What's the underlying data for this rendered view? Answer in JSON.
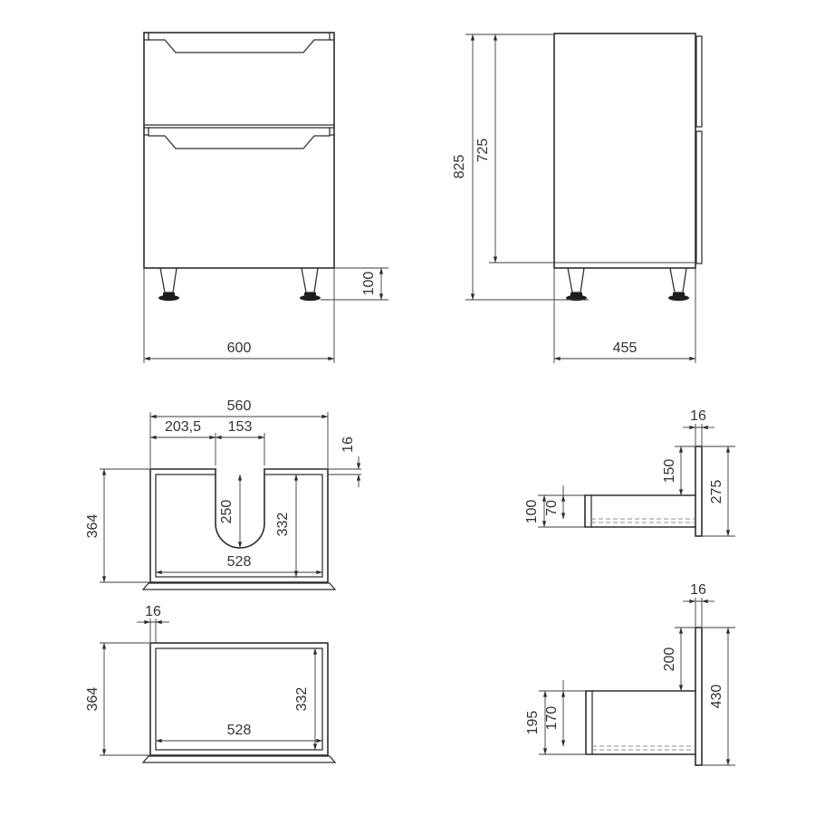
{
  "meta": {
    "background_color": "#ffffff",
    "line_color": "#2d2d2d",
    "text_color": "#333333"
  },
  "views": {
    "front": {
      "dims": {
        "width": "600",
        "leg_height": "100"
      }
    },
    "side": {
      "dims": {
        "total_height": "825",
        "carcass_height": "725",
        "depth": "455"
      }
    },
    "top_upper_drawer": {
      "dims": {
        "width": "560",
        "cutout_offset": "203,5",
        "cutout_width": "153",
        "back_wall_thickness": "16",
        "depth": "364",
        "cutout_depth": "250",
        "inner_depth": "332",
        "inner_width": "528"
      }
    },
    "profile_upper_drawer": {
      "dims": {
        "front_panel_thickness": "16",
        "front_top_offset": "150",
        "front_panel_height": "275",
        "box_height": "100",
        "box_inner_height": "70"
      }
    },
    "top_lower_drawer": {
      "dims": {
        "side_wall_thickness": "16",
        "depth": "364",
        "inner_depth": "332",
        "inner_width": "528"
      }
    },
    "profile_lower_drawer": {
      "dims": {
        "front_panel_thickness": "16",
        "front_top_offset": "200",
        "front_panel_height": "430",
        "box_height": "195",
        "box_inner_height": "170"
      }
    }
  }
}
